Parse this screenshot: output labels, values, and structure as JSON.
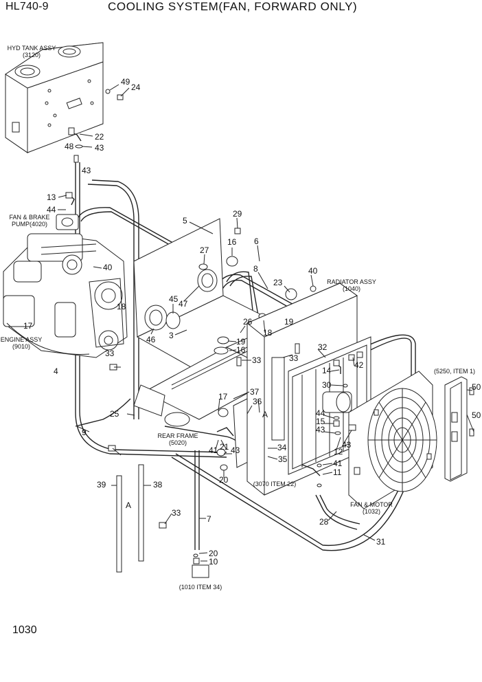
{
  "header": {
    "model": "HL740-9",
    "title": "COOLING SYSTEM(FAN, FORWARD ONLY)"
  },
  "footer": {
    "page_number": "1030"
  },
  "captions": {
    "hyd_tank": [
      "HYD TANK ASSY",
      "(3120)"
    ],
    "fan_brake_pump": [
      "FAN & BRAKE",
      "PUMP(4020)"
    ],
    "engine": [
      "ENGINE ASSY",
      "(9010)"
    ],
    "radiator": [
      "RADIATOR ASSY",
      "(1040)"
    ],
    "rear_frame": [
      "REAR FRAME",
      "(5020)"
    ],
    "fan_motor": [
      "FAN & MOTOR",
      "(1032)"
    ],
    "item_5250": [
      "(5250, ITEM 1)"
    ],
    "item_3070": [
      "(3070 ITEM 22)"
    ],
    "item_1010": [
      "(1010 ITEM 34)"
    ]
  },
  "part_numbers": [
    "49",
    "24",
    "22",
    "48",
    "43",
    "43",
    "13",
    "44",
    "29",
    "5",
    "16",
    "6",
    "27",
    "40",
    "8",
    "40",
    "23",
    "45",
    "47",
    "18",
    "19",
    "3",
    "26",
    "46",
    "19",
    "16",
    "18",
    "17",
    "33",
    "33",
    "33",
    "32",
    "42",
    "14",
    "30",
    "4",
    "37",
    "17",
    "36",
    "25",
    "A",
    "44",
    "15",
    "43",
    "12",
    "43",
    "50",
    "50",
    "9",
    "21",
    "43",
    "34",
    "41",
    "35",
    "11",
    "41",
    "20",
    "39",
    "38",
    "A",
    "33",
    "28",
    "31",
    "7",
    "20",
    "10"
  ]
}
